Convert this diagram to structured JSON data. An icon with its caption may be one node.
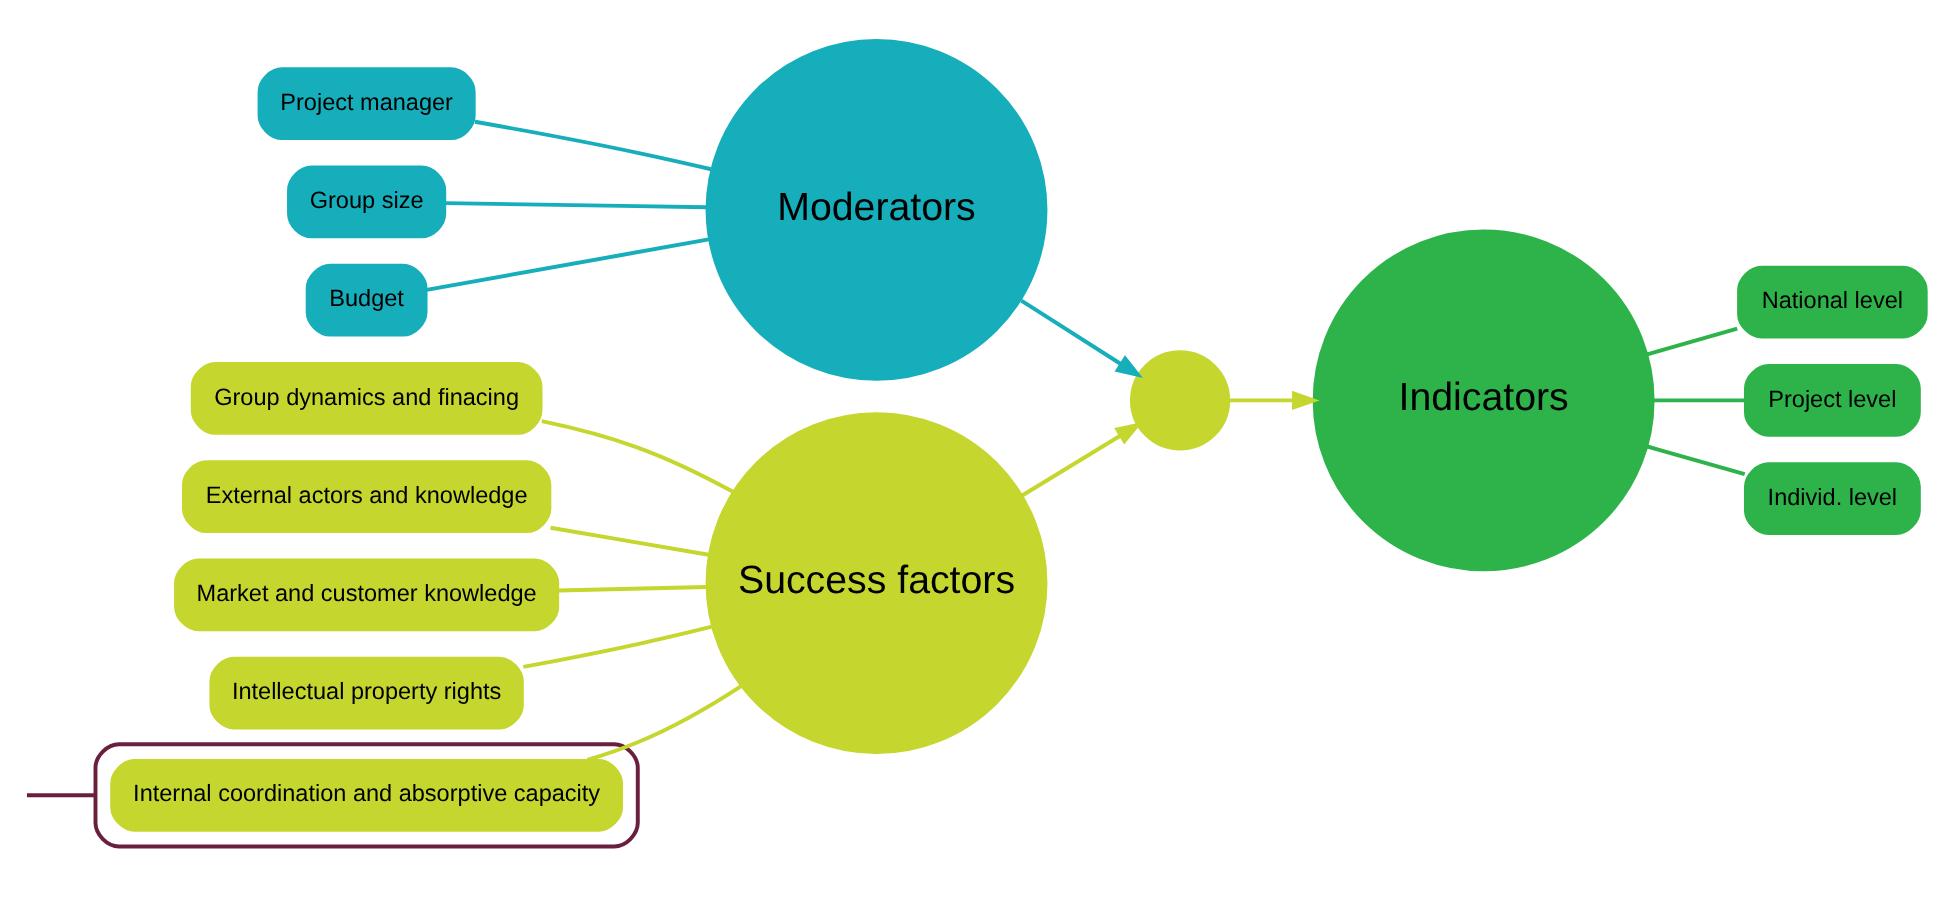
{
  "diagram": {
    "nodes": [
      {
        "text": [
          "Group dynamics and finacing"
        ]
      },
      {
        "text": [
          "External actors and knowledge"
        ]
      },
      {
        "text": [
          "Market and customer knowledge"
        ]
      },
      {
        "text": [
          "Intellectual property rights"
        ]
      },
      {
        "text": [],
        "shape": "ellipse"
      },
      {
        "text": [
          "Internal coordination and absorptive capacity"
        ],
        "in": 4
      },
      {
        "text": [
          "Success factors"
        ]
      },
      {
        "text": [],
        "shape": "circle"
      },
      {
        "text": [
          "Indicators"
        ]
      },
      {
        "text": [
          "National level"
        ]
      },
      {
        "text": [
          "Project level"
        ]
      },
      {
        "text": [
          "Individ. level"
        ]
      },
      {
        "text": [
          "Project manager"
        ]
      },
      {
        "text": [
          "Group size"
        ]
      },
      {
        "text": [
          "Budget"
        ]
      },
      {
        "text": [
          "Moderators"
        ]
      }
    ],
    "edges": [
      {
        "from": 0,
        "to": 6,
        "arrow": "none"
      },
      {
        "from": 1,
        "to": 6,
        "arrow": "none"
      },
      {
        "from": 2,
        "to": 6,
        "arrow": "none"
      },
      {
        "from": 3,
        "to": 6,
        "arrow": "none"
      },
      {
        "from": 5,
        "to": 6,
        "arrow": "none"
      },
      {
        "from": null,
        "to": 4,
        "arrow": "none",
        "color": "#6b1f3f"
      },
      {
        "from": 6,
        "to": 7,
        "arrow": "to"
      },
      {
        "from": 7,
        "to": 8,
        "arrow": "to"
      },
      {
        "from": 15,
        "to": 7,
        "arrow": "to",
        "color": "#17aebb"
      },
      {
        "from": 8,
        "to": 9,
        "arrow": "none",
        "color": "#2db34a"
      },
      {
        "from": 8,
        "to": 10,
        "arrow": "none",
        "color": "#2db34a"
      },
      {
        "from": 8,
        "to": 11,
        "arrow": "none",
        "color": "#2db34a"
      },
      {
        "from": 12,
        "to": 15,
        "arrow": "none",
        "color": "#17aebb"
      },
      {
        "from": 13,
        "to": 15,
        "arrow": "none",
        "color": "#17aebb"
      },
      {
        "from": 14,
        "to": 15,
        "arrow": "none",
        "color": "#17aebb"
      }
    ]
  }
}
